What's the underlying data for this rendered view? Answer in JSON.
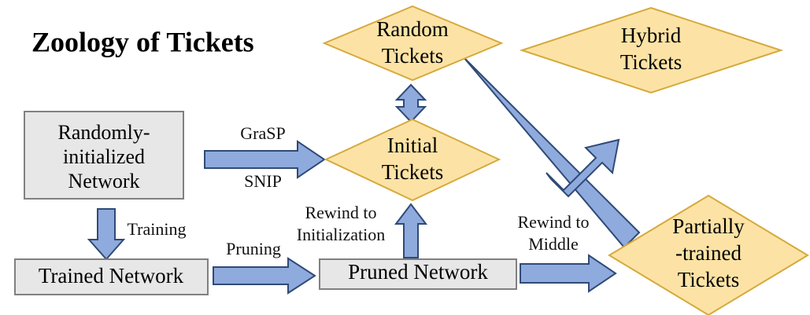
{
  "title": "Zoology of Tickets",
  "palette": {
    "diamond_fill": "#FCE3A5",
    "diamond_stroke": "#D6A93C",
    "box_fill": "#E7E7E7",
    "box_stroke": "#808080",
    "arrow_fill": "#8FAADC",
    "arrow_stroke": "#2F4A76",
    "text": "#000000",
    "background": "#FFFFFF"
  },
  "nodes": {
    "random_tickets": {
      "label_line1": "Random",
      "label_line2": "Tickets",
      "shape": "diamond"
    },
    "hybrid_tickets": {
      "label_line1": "Hybrid",
      "label_line2": "Tickets",
      "shape": "diamond"
    },
    "initial_tickets": {
      "label_line1": "Initial",
      "label_line2": "Tickets",
      "shape": "diamond"
    },
    "partially_trained_tickets": {
      "label_line1": "Partially",
      "label_line2": "-trained",
      "label_line3": "Tickets",
      "shape": "diamond"
    },
    "randomly_initialized_network": {
      "label_line1": "Randomly-",
      "label_line2": "initialized",
      "label_line3": "Network",
      "shape": "rect"
    },
    "trained_network": {
      "label_line1": "Trained Network",
      "shape": "rect"
    },
    "pruned_network": {
      "label_line1": "Pruned Network",
      "shape": "rect"
    }
  },
  "edges": {
    "grasp": "GraSP",
    "snip": "SNIP",
    "training": "Training",
    "pruning": "Pruning",
    "rewind_to_initialization_line1": "Rewind to",
    "rewind_to_initialization_line2": "Initialization",
    "rewind_to_middle_line1": "Rewind to",
    "rewind_to_middle_line2": "Middle"
  }
}
